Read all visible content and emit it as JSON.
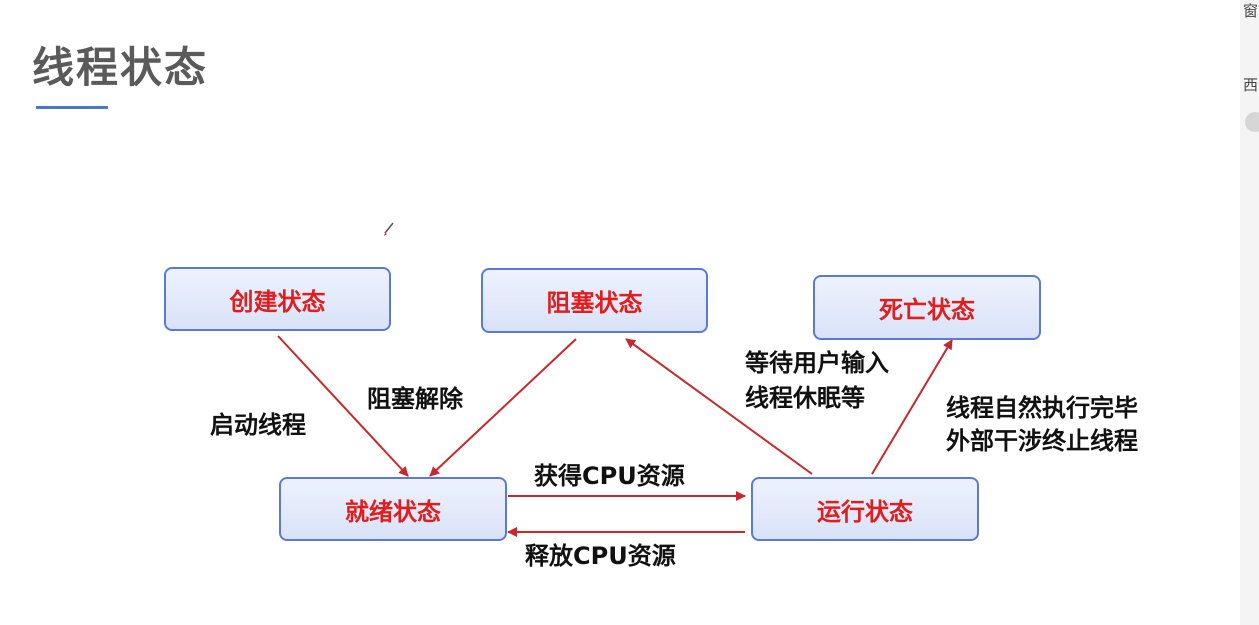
{
  "slide": {
    "title": "线程状态"
  },
  "side_panel": {
    "top_char": "窗",
    "mid_char": "西"
  },
  "states": {
    "created": "创建状态",
    "blocked": "阻塞状态",
    "dead": "死亡状态",
    "ready": "就绪状态",
    "running": "运行状态"
  },
  "transitions": {
    "start_thread": "启动线程",
    "unblock": "阻塞解除",
    "wait_line1": "等待用户输入",
    "wait_line2": "线程休眠等",
    "finish_line1": "线程自然执行完毕",
    "finish_line2": "外部干涉终止线程",
    "get_cpu": "获得CPU资源",
    "release_cpu": "释放CPU资源"
  },
  "colors": {
    "arrow": "#c8282d",
    "state_text": "#e01e1e",
    "box_border": "#5b7bd1",
    "title": "#5a5a5a",
    "accent_underline": "#4a78c8"
  }
}
